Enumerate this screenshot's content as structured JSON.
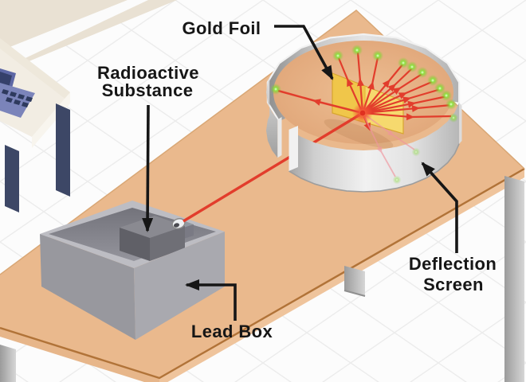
{
  "labels": {
    "gold_foil": "Gold Foil",
    "radioactive_substance_line1": "Radioactive",
    "radioactive_substance_line2": "Substance",
    "deflection_screen_line1": "Deflection",
    "deflection_screen_line2": "Screen",
    "lead_box": "Lead Box"
  },
  "colors": {
    "annotation": "#161616",
    "table_top": "#eab98d",
    "table_edge": "#b17338",
    "floor": "#fcfcfc",
    "grid_line": "#ececec",
    "background_band": "#e9e1d3",
    "lead_box_left": "#98989e",
    "lead_box_right": "#a9a9af",
    "gold_foil_left": "#f0c64a",
    "gold_foil_right": "#f6d96e",
    "alpha_beam": "#e23d2c",
    "deflected_ray_faint": "#f0959e",
    "scintillation_green": "#7ed32e",
    "screen_metal_light": "#f1f1f1",
    "screen_metal_dark": "#a3a3a3",
    "desk_navy_leg": "#3d4766",
    "laptop_blue": "#7b84ba"
  }
}
